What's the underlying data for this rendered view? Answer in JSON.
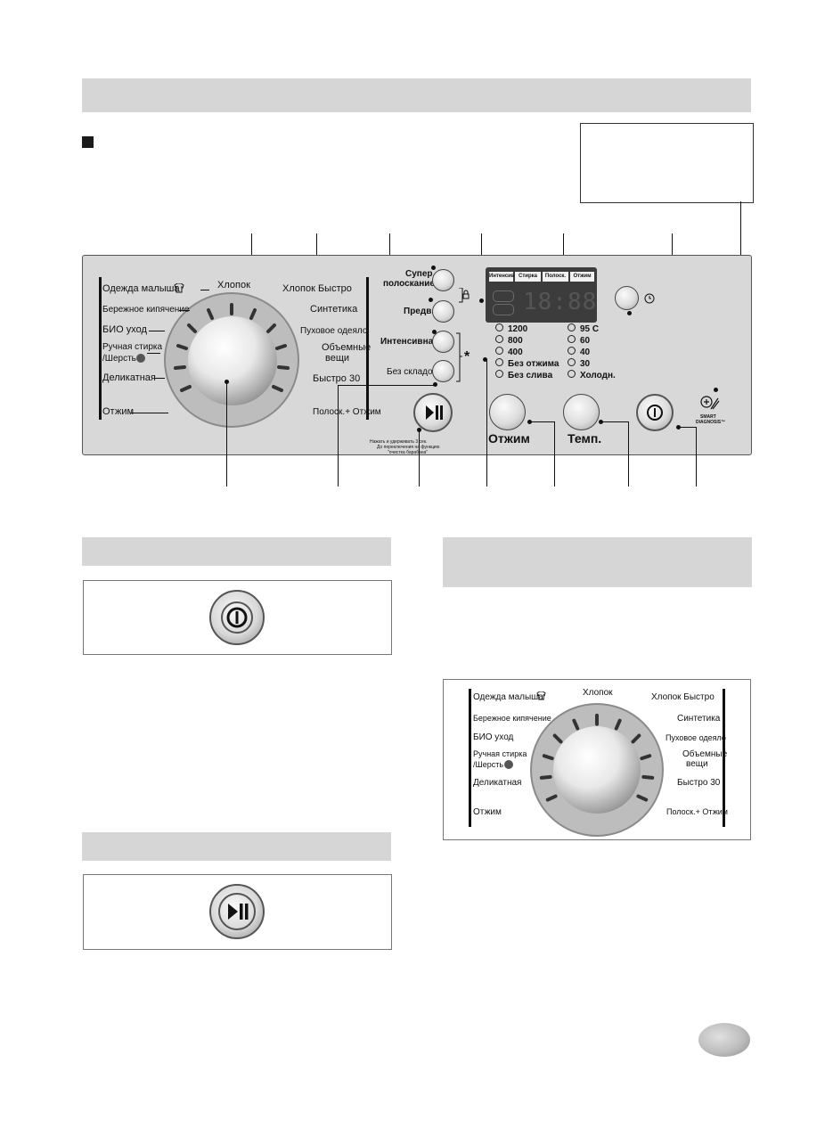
{
  "top_dial_labels": {
    "left": [
      "Одежда малыша",
      "Бережное кипячение",
      "БИО уход",
      "Ручная стирка",
      "/Шерсть",
      "Деликатная",
      "Отжим"
    ],
    "top": "Хлопок",
    "right": [
      "Хлопок Быстро",
      "Синтетика",
      "Пуховое одеяло",
      "Объемные",
      "вещи",
      "Быстро 30",
      "Полоск.+ Отжим"
    ]
  },
  "option_buttons": {
    "super_rinse_1": "Супер",
    "super_rinse_2": "полоскание",
    "prewash": "Предв.",
    "intensive": "Интенсивная",
    "no_crease": "Без складок"
  },
  "display": {
    "tabs": [
      "Интенсив",
      "Стирка",
      "Полоск.",
      "Отжим"
    ],
    "time": "18:88"
  },
  "spin_options": [
    "1200",
    "800",
    "400",
    "Без отжима",
    "Без слива"
  ],
  "temp_options": [
    "95 C",
    "60",
    "40",
    "30",
    "Холодн."
  ],
  "star_note": {
    "star": "*",
    "line1": "Нажать и удерживать 3 сек.",
    "line2": "До переключения на функцию",
    "line3": "\"очистка барабана\""
  },
  "buttons": {
    "spin": "Отжим",
    "temp": "Темп."
  },
  "smart_diagnosis": {
    "line1": "SMART",
    "line2": "DIAGNOSIS™"
  },
  "bottom_dial_labels": {
    "left": [
      "Одежда малыша",
      "Бережное кипячение",
      "БИО уход",
      "Ручная стирка",
      "/Шерсть",
      "Деликатная",
      "Отжим"
    ],
    "top": "Хлопок",
    "right": [
      "Хлопок Быстро",
      "Синтетика",
      "Пуховое одеяло",
      "Объемные",
      "вещи",
      "Быстро 30",
      "Полоск.+ Отжим"
    ]
  },
  "icons": [
    "power-icon",
    "play-pause-icon",
    "clock-icon",
    "child-lock-icon",
    "smart-diagnosis-icon",
    "baby-shirt-icon",
    "wool-icon"
  ]
}
